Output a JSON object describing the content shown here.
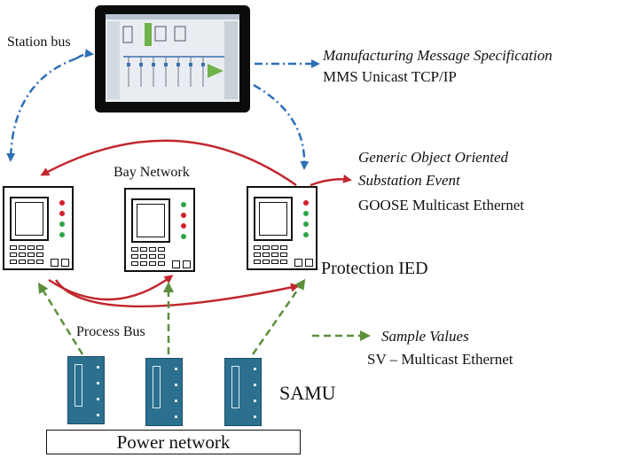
{
  "labels": {
    "station_bus": "Station bus",
    "mms_title": "Manufacturing Message Specification",
    "mms_sub": "MMS Unicast TCP/IP",
    "goose_title_1": "Generic Object Oriented",
    "goose_title_2": "Substation Event",
    "goose_sub": "GOOSE Multicast Ethernet",
    "bay_network": "Bay Network",
    "protection_ied": "Protection IED",
    "process_bus": "Process Bus",
    "sv_title": "Sample Values",
    "sv_sub": "SV – Multicast Ethernet",
    "samu": "SAMU",
    "power_network": "Power network"
  },
  "colors": {
    "station_bus_arrow": "#2e6fb7",
    "goose_arrow": "#c0272d",
    "sv_arrow": "#5b8f3a",
    "samu_body": "#2c6f8e",
    "led_red": "#d1202c",
    "led_green": "#2ea44a",
    "monitor_bezel": "#0c0c0c"
  },
  "icons": {
    "hmi": "monitor-hmi-icon",
    "ied": "protection-ied-icon",
    "samu": "merging-unit-icon"
  }
}
